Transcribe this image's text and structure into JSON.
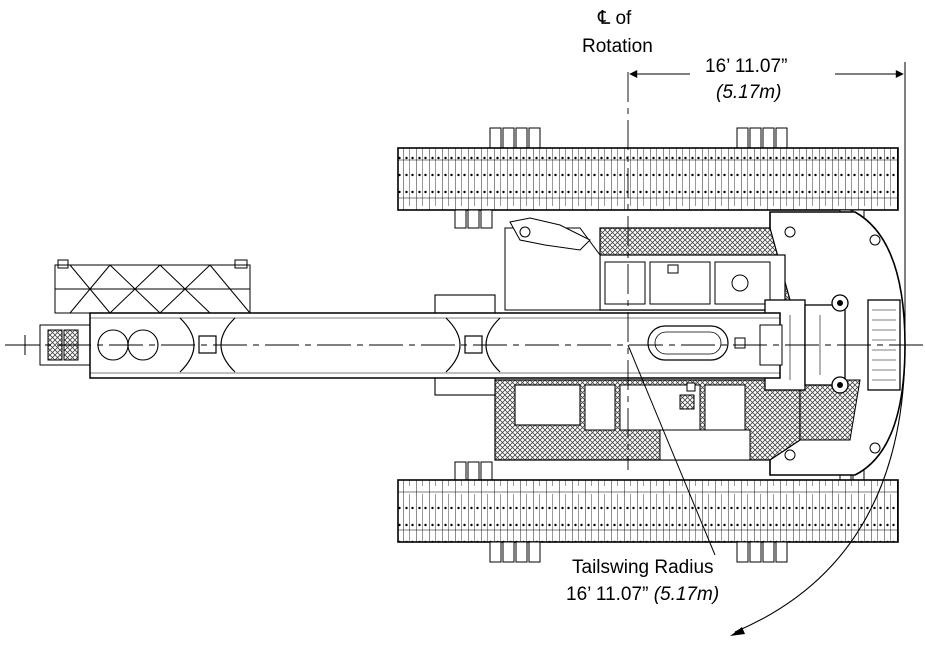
{
  "labels": {
    "centerline_symbol": "℄",
    "centerline_of": "of",
    "centerline_rotation": "Rotation",
    "top_dimension": "16’ 11.07”",
    "top_dimension_metric": "(5.17m)",
    "tailswing_title": "Tailswing Radius",
    "tailswing_value": "16’ 11.07”",
    "tailswing_metric": "(5.17m)"
  },
  "colors": {
    "line": "#000000",
    "hatch": "#555555",
    "background": "#ffffff"
  }
}
